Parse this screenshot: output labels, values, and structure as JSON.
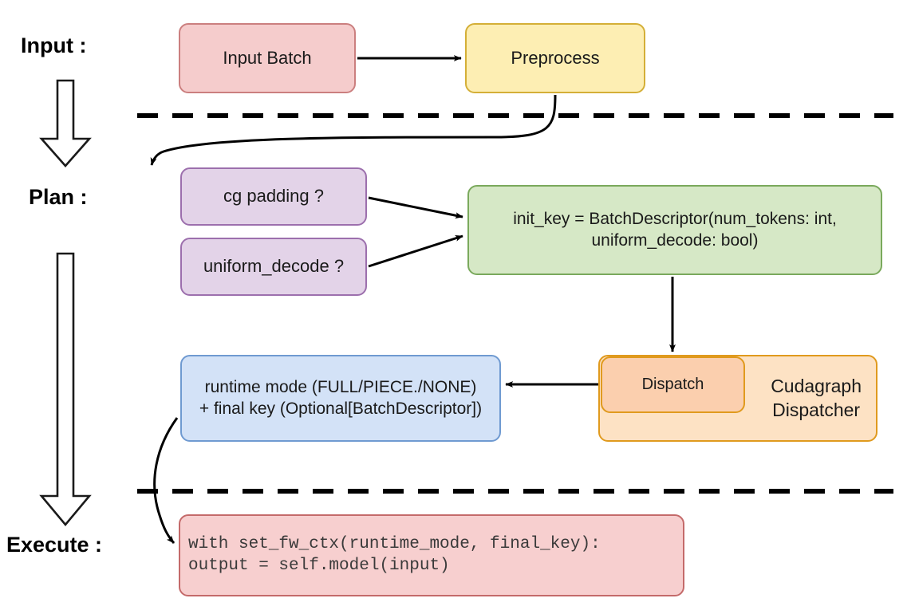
{
  "diagram": {
    "title": "vLLM cudagraph dispatch pipeline",
    "stages": [
      {
        "id": "input",
        "label": "Input :"
      },
      {
        "id": "plan",
        "label": "Plan :"
      },
      {
        "id": "execute",
        "label": "Execute :"
      }
    ],
    "nodes": {
      "input_batch": {
        "label": "Input Batch",
        "fill": "#f5cccc",
        "stroke": "#cb7f7f"
      },
      "preprocess": {
        "label": "Preprocess",
        "fill": "#fdeeb3",
        "stroke": "#d4af37"
      },
      "cg_padding": {
        "label": "cg padding ?",
        "fill": "#e3d3e8",
        "stroke": "#9c6fad"
      },
      "uniform_decode": {
        "label": "uniform_decode ?",
        "fill": "#e3d3e8",
        "stroke": "#9c6fad"
      },
      "init_key": {
        "label": "init_key = BatchDescriptor(num_tokens: int,\nuniform_decode: bool)",
        "fill": "#d6e8c6",
        "stroke": "#7aa95c"
      },
      "dispatch": {
        "label": "Dispatch",
        "fill": "#fbcfae",
        "stroke": "#e09a1e"
      },
      "cudagraph_dispatcher": {
        "label": "Cudagraph\nDispatcher",
        "fill": "#fde2c4",
        "stroke": "#e09a1e"
      },
      "runtime_mode": {
        "label": "runtime mode (FULL/PIECE./NONE)\n+ final key (Optional[BatchDescriptor])",
        "fill": "#d3e2f7",
        "stroke": "#6f9ad1"
      },
      "code": {
        "label": "with set_fw_ctx(runtime_mode, final_key):\n    output = self.model(input)",
        "fill": "#f7cfcf",
        "stroke": "#c46a6a"
      }
    },
    "connectors": [
      {
        "id": "input-batch-to-preprocess",
        "from": "input_batch",
        "to": "preprocess",
        "kind": "straight-arrow"
      },
      {
        "id": "preprocess-to-cg-padding",
        "from": "preprocess",
        "to": "cg_padding",
        "kind": "curved-arrow"
      },
      {
        "id": "cg-padding-to-init-key",
        "from": "cg_padding",
        "to": "init_key",
        "kind": "straight-arrow"
      },
      {
        "id": "uniform-decode-to-init-key",
        "from": "uniform_decode",
        "to": "init_key",
        "kind": "straight-arrow"
      },
      {
        "id": "init-key-to-dispatch",
        "from": "init_key",
        "to": "dispatch",
        "kind": "straight-arrow"
      },
      {
        "id": "dispatch-to-runtime-mode",
        "from": "dispatch",
        "to": "runtime_mode",
        "kind": "straight-arrow"
      },
      {
        "id": "runtime-mode-to-code",
        "from": "runtime_mode",
        "to": "code",
        "kind": "curved-arrow"
      }
    ],
    "separators": [
      {
        "id": "input-plan-divider",
        "style": "dashed"
      },
      {
        "id": "plan-execute-divider",
        "style": "dashed"
      }
    ],
    "flow_arrows": [
      {
        "id": "input-to-plan-block-arrow",
        "direction": "down"
      },
      {
        "id": "plan-to-execute-block-arrow",
        "direction": "down"
      }
    ],
    "colors": {
      "line": "#000000",
      "text": "#1a1a1a",
      "code_text": "#3a3a3a",
      "background": "#ffffff"
    }
  }
}
